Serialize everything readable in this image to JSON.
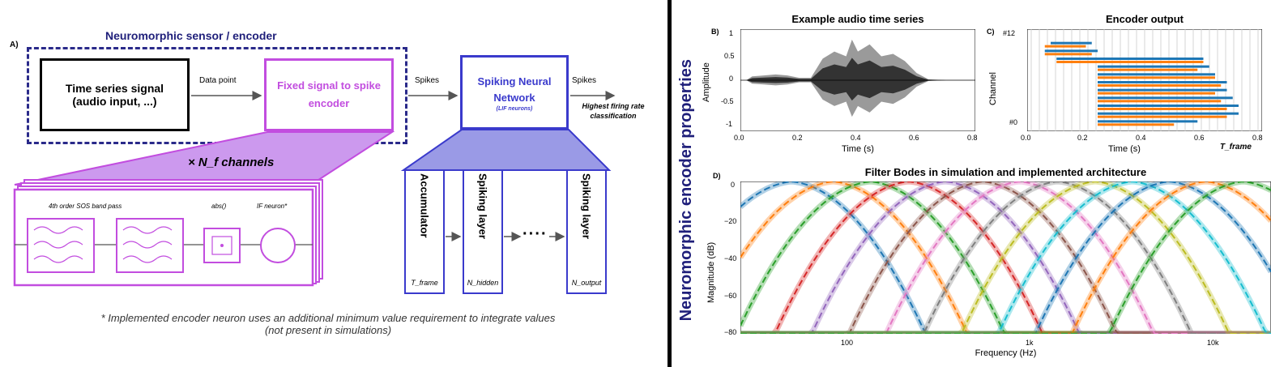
{
  "colors": {
    "encoder_border": "#2a2a8a",
    "purple": "#c24ddf",
    "purple_fill": "#cc99ee",
    "snn_blue": "#3a3acc",
    "snn_fill": "#9a9ae6",
    "title_blue": "#1f1f7a"
  },
  "panel_a": {
    "letter": "A)",
    "encoder_title": "Neuromorphic sensor / encoder",
    "time_series_box": "Time series signal (audio input, ...)",
    "data_point_label": "Data point",
    "encoder_box": "Fixed signal to spike encoder",
    "spikes_label_1": "Spikes",
    "snn_box": "Spiking Neural Network",
    "snn_sub": "(LIF neurons)",
    "spikes_label_2": "Spikes",
    "classification_label": "Highest firing rate classification",
    "channels_label": "× N_f channels",
    "filter_label": "4th order SOS band pass",
    "abs_label": "abs()",
    "if_label": "IF neuron*",
    "layers": [
      {
        "name": "Accumulator",
        "sub": "T_frame"
      },
      {
        "name": "Spiking layer",
        "sub": "N_hidden"
      },
      {
        "name": "Spiking layer",
        "sub": "N_output"
      }
    ],
    "dots": "····",
    "footnote_line1": "* Implemented encoder neuron uses an additional minimum value requirement to integrate values",
    "footnote_line2": "(not present in simulations)"
  },
  "vertical_title": "Neuromorphic encoder properties",
  "panel_b": {
    "letter": "B)",
    "title": "Example audio time series",
    "ylabel": "Amplitude",
    "xlabel": "Time (s)",
    "yticks": [
      "1",
      "0.5",
      "0",
      "-0.5",
      "-1"
    ],
    "xticks": [
      "0.0",
      "0.2",
      "0.4",
      "0.6",
      "0.8"
    ]
  },
  "panel_c": {
    "letter": "C)",
    "title": "Encoder output",
    "ylabel": "Channel",
    "xlabel": "Time (s)",
    "yticks": [
      "#12",
      "#0"
    ],
    "xticks": [
      "0.0",
      "0.2",
      "0.4",
      "0.6",
      "0.8"
    ],
    "tframe_label": "T_frame"
  },
  "panel_d": {
    "letter": "D)",
    "title": "Filter Bodes in simulation and implemented architecture",
    "ylabel": "Magnitude (dB)",
    "xlabel": "Frequency (Hz)",
    "yticks": [
      "0",
      "−20",
      "−40",
      "−60",
      "−80"
    ],
    "xticks": [
      "100",
      "1k",
      "10k"
    ]
  },
  "chart_data": [
    {
      "type": "line",
      "title": "Example audio time series",
      "xlabel": "Time (s)",
      "ylabel": "Amplitude",
      "xlim": [
        0.0,
        0.8
      ],
      "ylim": [
        -1,
        1
      ],
      "series": [
        {
          "values": [
            [
              0.0,
              0.0
            ],
            [
              0.02,
              0.0
            ],
            [
              0.04,
              0.08
            ],
            [
              0.08,
              0.1
            ],
            [
              0.12,
              0.12
            ],
            [
              0.16,
              0.1
            ],
            [
              0.2,
              0.05
            ],
            [
              0.24,
              0.05
            ],
            [
              0.28,
              0.45
            ],
            [
              0.32,
              0.6
            ],
            [
              0.36,
              0.5
            ],
            [
              0.38,
              0.85
            ],
            [
              0.4,
              0.6
            ],
            [
              0.44,
              0.75
            ],
            [
              0.48,
              0.5
            ],
            [
              0.52,
              0.55
            ],
            [
              0.56,
              0.4
            ],
            [
              0.6,
              0.15
            ],
            [
              0.64,
              0.02
            ],
            [
              0.7,
              0.0
            ],
            [
              0.8,
              0.0
            ]
          ]
        }
      ]
    },
    {
      "type": "scatter",
      "title": "Encoder output",
      "xlabel": "Time (s)",
      "ylabel": "Channel",
      "xlim": [
        0.0,
        0.8
      ],
      "ylim": [
        0,
        12
      ],
      "series": [
        {
          "values": [
            [
              0.08,
              0.22,
              11
            ],
            [
              0.06,
              0.24,
              10
            ],
            [
              0.1,
              0.6,
              9
            ],
            [
              0.24,
              0.62,
              8
            ],
            [
              0.24,
              0.64,
              7
            ],
            [
              0.24,
              0.68,
              6
            ],
            [
              0.24,
              0.68,
              5
            ],
            [
              0.24,
              0.7,
              4
            ],
            [
              0.24,
              0.72,
              3
            ],
            [
              0.24,
              0.72,
              2
            ],
            [
              0.24,
              0.58,
              1
            ]
          ]
        },
        {
          "values": [
            [
              0.06,
              0.2,
              11
            ],
            [
              0.06,
              0.22,
              10
            ],
            [
              0.1,
              0.6,
              9
            ],
            [
              0.24,
              0.58,
              8
            ],
            [
              0.24,
              0.64,
              7
            ],
            [
              0.24,
              0.66,
              6
            ],
            [
              0.24,
              0.64,
              5
            ],
            [
              0.24,
              0.66,
              4
            ],
            [
              0.24,
              0.68,
              3
            ],
            [
              0.24,
              0.68,
              2
            ],
            [
              0.24,
              0.5,
              1
            ]
          ]
        }
      ]
    },
    {
      "type": "line",
      "title": "Filter Bodes in simulation and implemented architecture",
      "xlabel": "Frequency (Hz)",
      "ylabel": "Magnitude (dB)",
      "xscale": "log",
      "xlim": [
        30,
        16000
      ],
      "ylim": [
        -80,
        0
      ],
      "center_frequencies_hz": [
        55,
        90,
        140,
        220,
        340,
        530,
        820,
        1280,
        2000,
        3100,
        4800,
        7400,
        11500
      ],
      "series_colors": [
        "#1f77b4",
        "#ff7f0e",
        "#2ca02c",
        "#d62728",
        "#9467bd",
        "#8c564b",
        "#e377c2",
        "#7f7f7f",
        "#bcbd22",
        "#17becf",
        "#1f77b4",
        "#ff7f0e",
        "#2ca02c"
      ]
    }
  ]
}
